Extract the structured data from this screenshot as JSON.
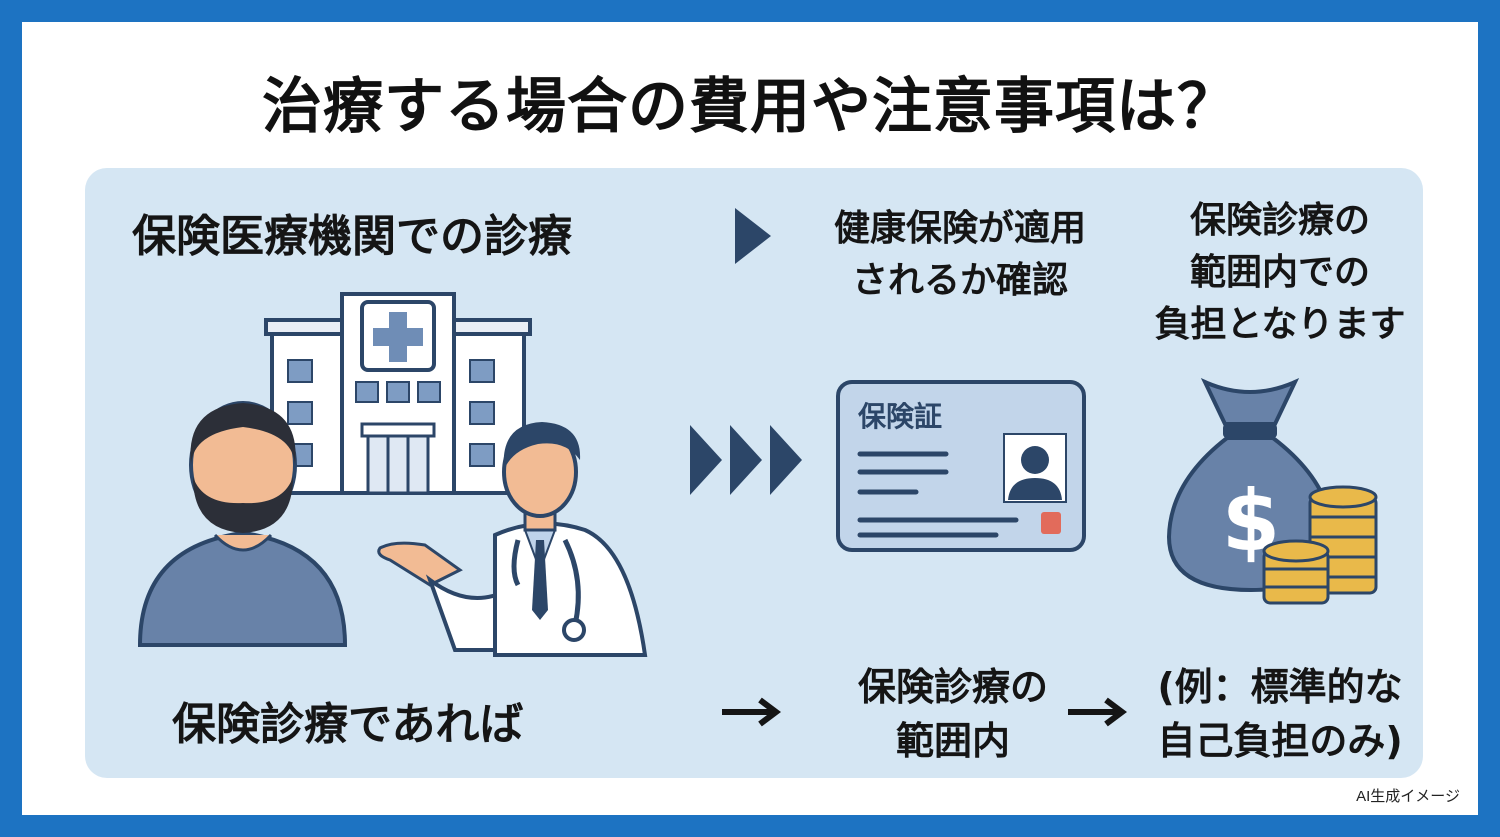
{
  "title": "治療する場合の費用や注意事項は？",
  "steps": {
    "top_left": "保険医療機関での診療",
    "top_middle_lines": [
      "健康保険が適用",
      "されるか確認"
    ],
    "top_right_lines": [
      "保険診療の",
      "範囲内での",
      "負担となります"
    ],
    "card_label": "保険証",
    "bottom_left": "保険診療であれば",
    "bottom_middle_lines": [
      "保険診療の",
      "範囲内"
    ],
    "bottom_right_lines": [
      "(例：標準的な",
      "自己負担のみ)"
    ],
    "money_symbol": "$"
  },
  "caption": "AI生成イメージ",
  "icons": [
    "hospital-icon",
    "patient-icon",
    "doctor-icon",
    "insurance-card-icon",
    "money-bag-icon",
    "coins-icon"
  ],
  "colors": {
    "border": "#1d73c2",
    "panel": "#d5e6f3",
    "navy": "#2c4668",
    "slate": "#6882a8",
    "coin": "#e9b94a",
    "skin": "#f2bb94"
  }
}
